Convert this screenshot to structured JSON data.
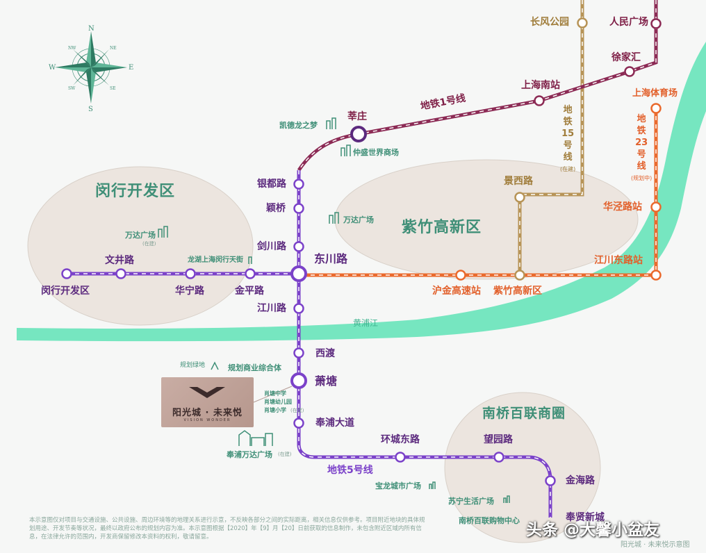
{
  "colors": {
    "line5": "#7b42c9",
    "line1": "#8c2b55",
    "line15": "#b79457",
    "line23": "#ea6a2d",
    "river": "#5fe3b6",
    "district_fill": "#ece5df",
    "accent_green": "#3f8f77"
  },
  "districts": {
    "minhang": "闵行开发区",
    "zizhu": "紫竹高新区",
    "nanqiao": "南桥百联商圈"
  },
  "river_label": "黄浦江",
  "compass": {
    "n": "N",
    "s": "S",
    "e": "E",
    "w": "W",
    "nw": "NW",
    "ne": "NE",
    "sw": "SW",
    "se": "SE"
  },
  "lines": {
    "line1": "地铁1号线",
    "line5": "地铁5号线",
    "line15_chars": [
      "地",
      "铁",
      "15",
      "号",
      "线"
    ],
    "line15_status": "(在建)",
    "line23_chars": [
      "地",
      "铁",
      "23",
      "号",
      "线"
    ],
    "line23_status": "(规划中)"
  },
  "stations": {
    "changfeng": "长风公园",
    "renmin": "人民广场",
    "xujiahui": "徐家汇",
    "shanghai_south": "上海南站",
    "shanghai_stadium": "上海体育场",
    "xinzhuang": "莘庄",
    "yindu": "银都路",
    "yingqiao": "颖桥",
    "jianchuan": "剑川路",
    "dongchuan": "东川路",
    "jiangchuan": "江川路",
    "xidu": "西渡",
    "xiaotang": "萧塘",
    "fengpu_dadao": "奉浦大道",
    "huanchengdong": "环城东路",
    "wangyuan": "望园路",
    "jinhai": "金海路",
    "fengxian_xincheng": "奉贤新城",
    "minhang_dev": "闵行开发区",
    "wenjing": "文井路",
    "huaning": "华宁路",
    "jinping": "金平路",
    "jingxi": "景西路",
    "huajing": "华泾路站",
    "jiangchuan_east": "江川东路站",
    "hujin": "沪金高速站",
    "zizhu_station": "紫竹高新区"
  },
  "poi": {
    "kaidelong": "凯德龙之梦",
    "zhongsheng": "仲盛世界商场",
    "wanda_zz": "万达广场",
    "wanda_mh": "万达广场",
    "wanda_mh_note": "(在建)",
    "longhu": "龙湖上海闵行天街",
    "guihua_ld": "规划绿地",
    "guihua_sy": "规划商业综合体",
    "school1": "肖塘中学",
    "school2": "肖塘幼儿园",
    "school3": "肖塘小学",
    "school3_note": "(在建)",
    "fengpu_wanda": "奉浦万达广场",
    "fengpu_wanda_note": "(在建)",
    "baolong": "宝龙城市广场",
    "suning": "苏宁生活广场",
    "nanqiao_bailian": "南桥百联购物中心"
  },
  "project": {
    "name": "阳光城 · 未来悦",
    "sub": "VISION WONDER"
  },
  "disclaimer": "本示意图仅对项目与交通设施、公共设施、周边环境等的地理关系进行示意，不反映各部分之间的实际距离，相关信息仅供参考。项目附近地块的具体规划用途、开发节奏等状况，最终以政府公布的规划内容为准。本示意图根据【2020】年【9】月【20】日前获取的信息制作，未包含附近区域内所有信息，在法律允许的范围内，开发商保留修改本资料的权利，敬请留意。",
  "watermark": "头条 @大馨小盆友",
  "caption": "阳光城 · 未来悦示意图"
}
